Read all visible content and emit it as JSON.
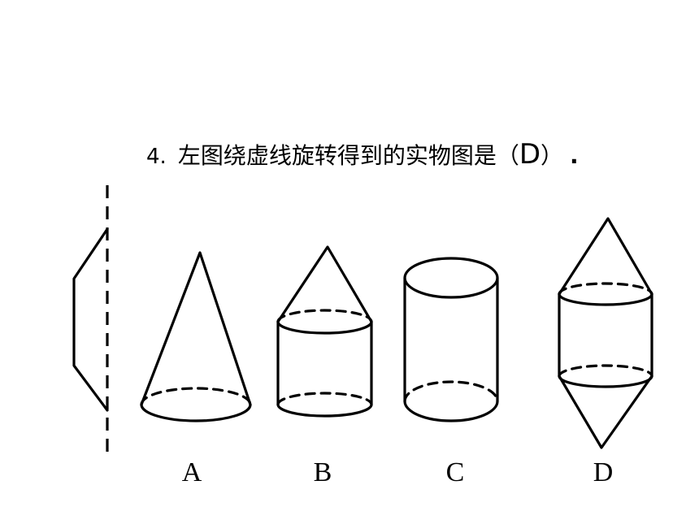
{
  "question": {
    "number": "4.",
    "text": "左图绕虚线旋转得到的实物图是（",
    "answer": "D",
    "close": "）",
    "end": "."
  },
  "options": [
    {
      "label": "A",
      "shape": "cone"
    },
    {
      "label": "B",
      "shape": "cylinder-with-cone-on-top"
    },
    {
      "label": "C",
      "shape": "cylinder"
    },
    {
      "label": "D",
      "shape": "cylinder-with-cones-top-and-bottom"
    }
  ],
  "source_figure": {
    "shape": "trapezoid-profile",
    "axis": "dashed-vertical-line"
  }
}
